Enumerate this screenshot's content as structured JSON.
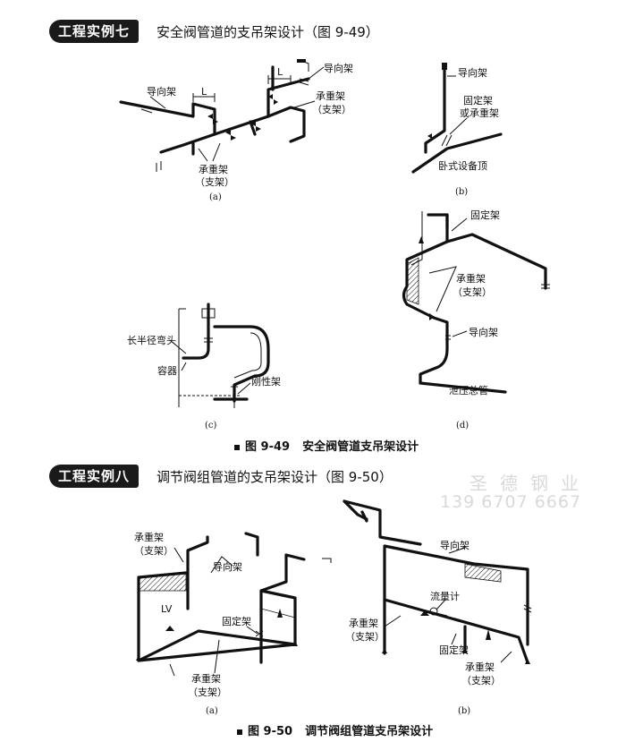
{
  "section7": {
    "tag": "工程实例七",
    "title": "安全阀管道的支吊架设计（图 9-49）"
  },
  "fig49": {
    "a": {
      "labels": {
        "guide_left": "导向架",
        "guide_right": "导向架",
        "L_left": "L",
        "L_right": "L",
        "bearing_right_1": "承重架",
        "bearing_right_2": "（支架）",
        "bearing_bottom_1": "承重架",
        "bearing_bottom_2": "（支架）"
      },
      "sub": "(a)"
    },
    "b": {
      "labels": {
        "guide": "导向架",
        "fixed_1": "固定架",
        "fixed_2": "或承重架",
        "equipment": "卧式设备顶"
      },
      "sub": "(b)"
    },
    "c": {
      "labels": {
        "elbow": "长半径弯头",
        "vessel": "容器",
        "rigid": "刚性架"
      },
      "sub": "(c)"
    },
    "d": {
      "labels": {
        "fixed": "固定架",
        "bearing_1": "承重架",
        "bearing_2": "（支架）",
        "guide": "导向架",
        "header": "泄压总管"
      },
      "sub": "(d)"
    },
    "caption_num": "图 9-49",
    "caption_text": "安全阀管道支吊架设计"
  },
  "section8": {
    "tag": "工程实例八",
    "title": "调节阀组管道的支吊架设计（图 9-50）"
  },
  "fig50": {
    "a": {
      "labels": {
        "bearing_top_1": "承重架",
        "bearing_top_2": "（支架）",
        "guide": "导向架",
        "lv": "LV",
        "fixed": "固定架",
        "bearing_bottom_1": "承重架",
        "bearing_bottom_2": "（支架）"
      },
      "sub": "(a)"
    },
    "b": {
      "labels": {
        "guide": "导向架",
        "flowmeter": "流量计",
        "bearing_left_1": "承重架",
        "bearing_left_2": "（支架）",
        "fixed": "固定架",
        "bearing_right_1": "承重架",
        "bearing_right_2": "（支架）"
      },
      "sub": "(b)"
    },
    "caption_num": "图 9-50",
    "caption_text": "调节阀组管道支吊架设计"
  },
  "watermark": {
    "line1": "圣德钢业",
    "line2": "139 6707 6667"
  }
}
